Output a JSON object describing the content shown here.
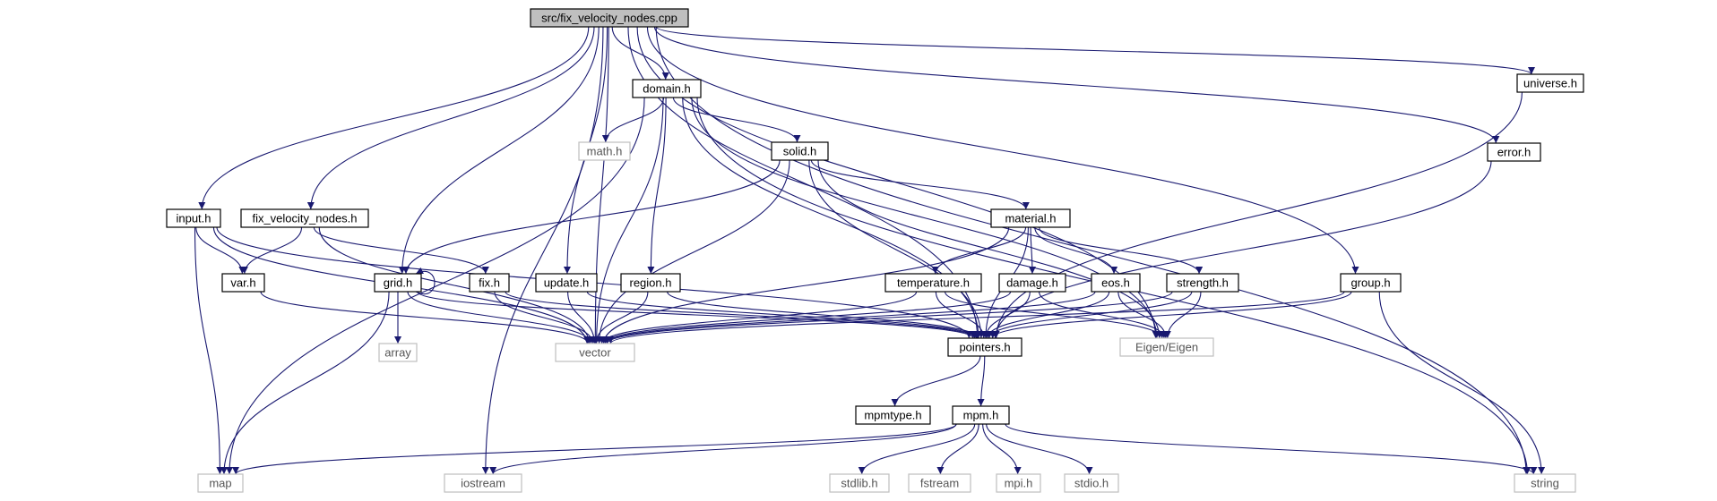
{
  "colors": {
    "edge": "#191970",
    "root_fill": "#bfbfbf",
    "node_border": "#000000",
    "system_border": "#bfbfbf"
  },
  "nodes": [
    {
      "id": "root",
      "label": "src/fix_velocity_nodes.cpp",
      "kind": "root"
    },
    {
      "id": "domain",
      "label": "domain.h",
      "kind": "local"
    },
    {
      "id": "universe",
      "label": "universe.h",
      "kind": "local"
    },
    {
      "id": "error",
      "label": "error.h",
      "kind": "local"
    },
    {
      "id": "math",
      "label": "math.h",
      "kind": "system"
    },
    {
      "id": "solid",
      "label": "solid.h",
      "kind": "local"
    },
    {
      "id": "input",
      "label": "input.h",
      "kind": "local"
    },
    {
      "id": "fvnh",
      "label": "fix_velocity_nodes.h",
      "kind": "local"
    },
    {
      "id": "material",
      "label": "material.h",
      "kind": "local"
    },
    {
      "id": "var",
      "label": "var.h",
      "kind": "local"
    },
    {
      "id": "grid",
      "label": "grid.h",
      "kind": "local"
    },
    {
      "id": "fix",
      "label": "fix.h",
      "kind": "local"
    },
    {
      "id": "update",
      "label": "update.h",
      "kind": "local"
    },
    {
      "id": "region",
      "label": "region.h",
      "kind": "local"
    },
    {
      "id": "temperature",
      "label": "temperature.h",
      "kind": "local"
    },
    {
      "id": "damage",
      "label": "damage.h",
      "kind": "local"
    },
    {
      "id": "eos",
      "label": "eos.h",
      "kind": "local"
    },
    {
      "id": "strength",
      "label": "strength.h",
      "kind": "local"
    },
    {
      "id": "group",
      "label": "group.h",
      "kind": "local"
    },
    {
      "id": "array",
      "label": "array",
      "kind": "system"
    },
    {
      "id": "vector",
      "label": "vector",
      "kind": "system"
    },
    {
      "id": "pointers",
      "label": "pointers.h",
      "kind": "local"
    },
    {
      "id": "eigen",
      "label": "Eigen/Eigen",
      "kind": "system"
    },
    {
      "id": "mpmtype",
      "label": "mpmtype.h",
      "kind": "local"
    },
    {
      "id": "mpm",
      "label": "mpm.h",
      "kind": "local"
    },
    {
      "id": "map",
      "label": "map",
      "kind": "system"
    },
    {
      "id": "iostream",
      "label": "iostream",
      "kind": "system"
    },
    {
      "id": "stdlib",
      "label": "stdlib.h",
      "kind": "system"
    },
    {
      "id": "fstream",
      "label": "fstream",
      "kind": "system"
    },
    {
      "id": "mpi",
      "label": "mpi.h",
      "kind": "system"
    },
    {
      "id": "stdio",
      "label": "stdio.h",
      "kind": "system"
    },
    {
      "id": "string",
      "label": "string",
      "kind": "system"
    }
  ],
  "edges": [
    [
      "root",
      "domain"
    ],
    [
      "root",
      "universe"
    ],
    [
      "root",
      "error"
    ],
    [
      "root",
      "input"
    ],
    [
      "root",
      "fvnh"
    ],
    [
      "root",
      "grid"
    ],
    [
      "root",
      "update"
    ],
    [
      "root",
      "group"
    ],
    [
      "root",
      "vector"
    ],
    [
      "root",
      "pointers"
    ],
    [
      "root",
      "eigen"
    ],
    [
      "root",
      "iostream"
    ],
    [
      "root",
      "string"
    ],
    [
      "domain",
      "math"
    ],
    [
      "domain",
      "solid"
    ],
    [
      "domain",
      "region"
    ],
    [
      "domain",
      "map"
    ],
    [
      "domain",
      "vector"
    ],
    [
      "domain",
      "pointers"
    ],
    [
      "domain",
      "eigen"
    ],
    [
      "domain",
      "string"
    ],
    [
      "universe",
      "pointers"
    ],
    [
      "error",
      "pointers"
    ],
    [
      "solid",
      "material"
    ],
    [
      "solid",
      "grid"
    ],
    [
      "solid",
      "vector"
    ],
    [
      "solid",
      "pointers"
    ],
    [
      "solid",
      "eigen"
    ],
    [
      "input",
      "var"
    ],
    [
      "input",
      "vector"
    ],
    [
      "input",
      "map"
    ],
    [
      "input",
      "pointers"
    ],
    [
      "fvnh",
      "var"
    ],
    [
      "fvnh",
      "fix"
    ],
    [
      "fvnh",
      "vector"
    ],
    [
      "material",
      "temperature"
    ],
    [
      "material",
      "damage"
    ],
    [
      "material",
      "eos"
    ],
    [
      "material",
      "strength"
    ],
    [
      "material",
      "vector"
    ],
    [
      "material",
      "pointers"
    ],
    [
      "var",
      "vector"
    ],
    [
      "grid",
      "grid"
    ],
    [
      "grid",
      "array"
    ],
    [
      "grid",
      "vector"
    ],
    [
      "grid",
      "map"
    ],
    [
      "grid",
      "pointers"
    ],
    [
      "fix",
      "vector"
    ],
    [
      "fix",
      "pointers"
    ],
    [
      "update",
      "vector"
    ],
    [
      "update",
      "pointers"
    ],
    [
      "region",
      "vector"
    ],
    [
      "region",
      "pointers"
    ],
    [
      "temperature",
      "vector"
    ],
    [
      "temperature",
      "pointers"
    ],
    [
      "temperature",
      "eigen"
    ],
    [
      "damage",
      "vector"
    ],
    [
      "damage",
      "pointers"
    ],
    [
      "damage",
      "eigen"
    ],
    [
      "eos",
      "vector"
    ],
    [
      "eos",
      "pointers"
    ],
    [
      "eos",
      "eigen"
    ],
    [
      "strength",
      "vector"
    ],
    [
      "strength",
      "pointers"
    ],
    [
      "strength",
      "eigen"
    ],
    [
      "group",
      "vector"
    ],
    [
      "group",
      "pointers"
    ],
    [
      "group",
      "string"
    ],
    [
      "pointers",
      "mpmtype"
    ],
    [
      "pointers",
      "mpm"
    ],
    [
      "mpm",
      "map"
    ],
    [
      "mpm",
      "iostream"
    ],
    [
      "mpm",
      "stdlib"
    ],
    [
      "mpm",
      "fstream"
    ],
    [
      "mpm",
      "mpi"
    ],
    [
      "mpm",
      "stdio"
    ],
    [
      "mpm",
      "string"
    ]
  ]
}
